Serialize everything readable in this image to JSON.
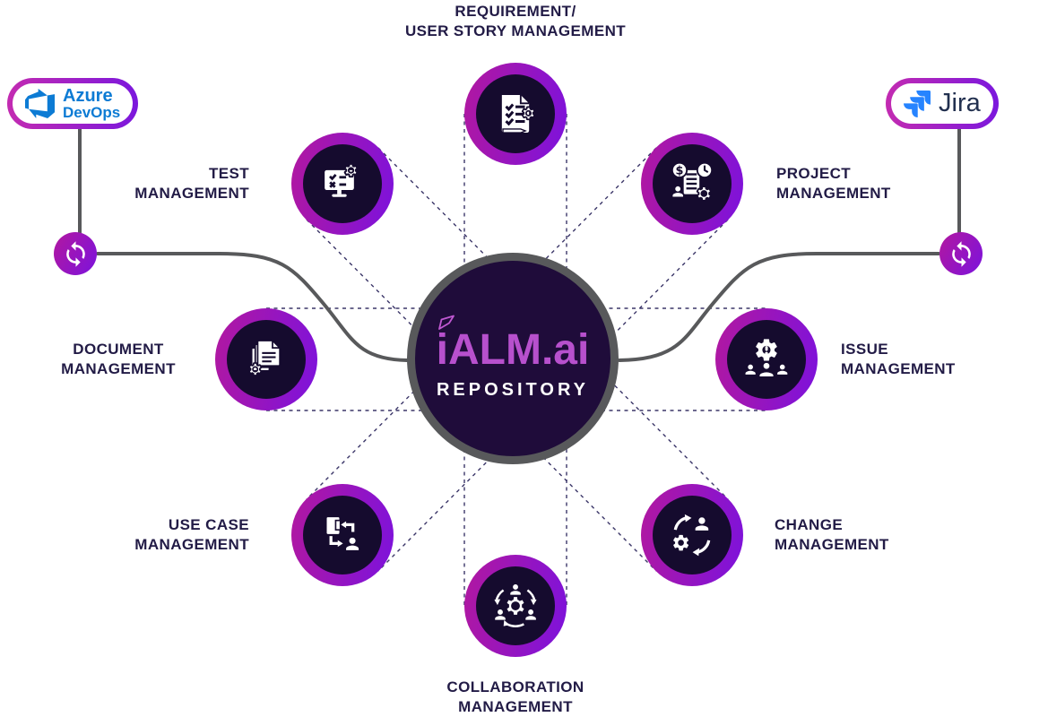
{
  "center": {
    "logo_text": "iALM.ai",
    "subtitle": "REPOSITORY",
    "logo_arrow_icon": "flag-arrow-icon"
  },
  "nodes": {
    "requirement": {
      "line1": "REQUIREMENT/",
      "line2": "USER STORY MANAGEMENT",
      "icon": "checklist-document-gear-icon"
    },
    "test": {
      "line1": "TEST",
      "line2": "MANAGEMENT",
      "icon": "monitor-checks-gear-icon"
    },
    "project": {
      "line1": "PROJECT",
      "line2": "MANAGEMENT",
      "icon": "budget-clock-person-gear-icon"
    },
    "document": {
      "line1": "DOCUMENT",
      "line2": "MANAGEMENT",
      "icon": "stacked-documents-seal-icon"
    },
    "issue": {
      "line1": "ISSUE",
      "line2": "MANAGEMENT",
      "icon": "alert-gear-team-icon"
    },
    "usecase": {
      "line1": "USE CASE",
      "line2": "MANAGEMENT",
      "icon": "artifact-actor-exchange-icon"
    },
    "change": {
      "line1": "CHANGE",
      "line2": "MANAGEMENT",
      "icon": "person-gear-cycle-icon"
    },
    "collaboration": {
      "line1": "COLLABORATION",
      "line2": "MANAGEMENT",
      "icon": "team-around-gear-icon"
    }
  },
  "integrations": {
    "azure_devops": {
      "name": "Azure DevOps",
      "line1": "Azure",
      "line2": "DevOps",
      "logo_icon": "azure-devops-logo"
    },
    "jira": {
      "name": "Jira",
      "label": "Jira",
      "logo_icon": "jira-logo"
    },
    "sync_icon": "sync-arrows-icon"
  },
  "colors": {
    "ring_gradient_start": "#b2189f",
    "ring_gradient_end": "#7c12dd",
    "node_inner": "#150b2e",
    "center_inner": "#1f0c3a",
    "center_ring": "#58595b",
    "label_text": "#221b46",
    "logo_magenta": "#b750cd",
    "repository_text": "#ffffff",
    "dashed_line": "#3c3769",
    "connector_gray": "#58595b",
    "azure_blue": "#0c7bd4",
    "jira_blue": "#2684ff",
    "jira_text": "#22304f"
  }
}
